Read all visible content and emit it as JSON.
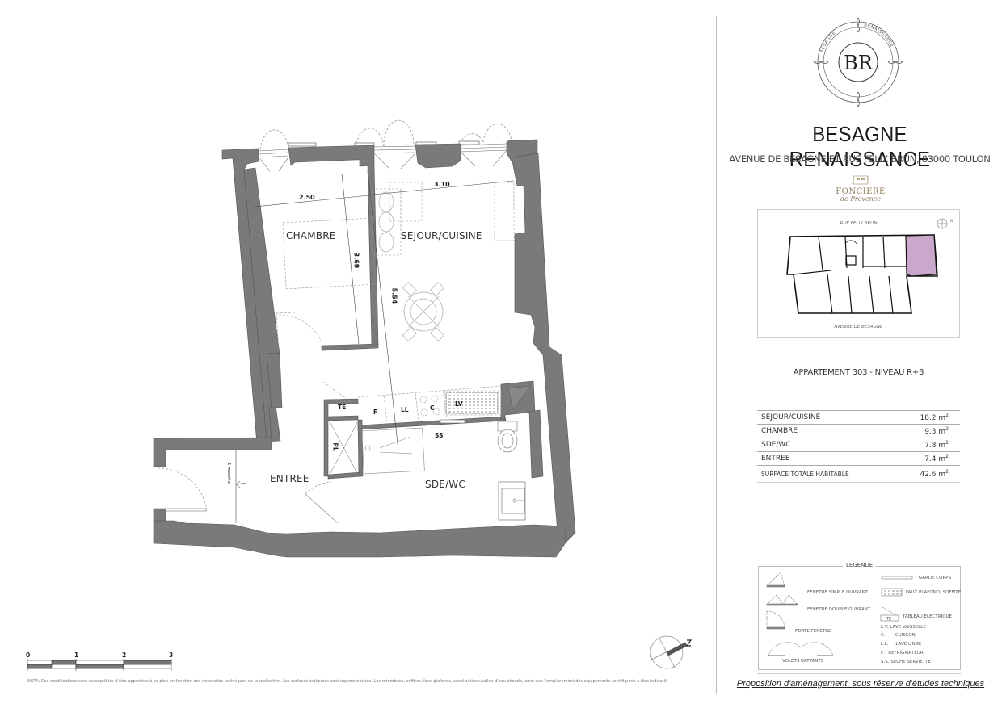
{
  "project": {
    "logo_monogram": "BR",
    "logo_ring_text_top_left": "BESAGNE",
    "logo_ring_text_top_right": "RENAISSANCE",
    "logo_ring_text_bottom_left": "BESAGNE",
    "logo_ring_text_bottom_right": "RENAISSANCE",
    "title": "BESAGNE RENAISSANCE",
    "address": "AVENUE DE BESAGNE ET RUE FELIX BRUN, 83000 TOULON",
    "developer_name": "FONCIERE",
    "developer_subname": "de Provence"
  },
  "key_plan": {
    "street_top": "RUE FELIX BRUN",
    "street_bottom": "AVENUE DE BESAGNE",
    "highlight_color": "#c9a8cc",
    "north_label": "N"
  },
  "apartment": {
    "title": "APPARTEMENT 303 - NIVEAU R+3",
    "rooms": [
      {
        "name": "SEJOUR/CUISINE",
        "area": "18.2",
        "unit": "m"
      },
      {
        "name": "CHAMBRE",
        "area": "9.3",
        "unit": "m"
      },
      {
        "name": "SDE/WC",
        "area": "7.8",
        "unit": "m"
      },
      {
        "name": "ENTREE",
        "area": "7.4",
        "unit": "m"
      }
    ],
    "total_label": "SURFACE TOTALE HABITABLE",
    "total_area": "42.6",
    "total_unit": "m"
  },
  "plan": {
    "room_labels": {
      "chambre": "CHAMBRE",
      "sejour": "SEJOUR/CUISINE",
      "entree": "ENTREE",
      "sde": "SDE/WC"
    },
    "dimensions": {
      "chambre_width": "2.50",
      "sejour_width": "3.10",
      "chambre_depth": "3.69",
      "sejour_depth": "5.54"
    },
    "fixtures": {
      "te": "TE",
      "f": "F",
      "ll": "LL",
      "c": "C",
      "lv": "LV",
      "ss": "SS",
      "pl": "PL"
    },
    "step_label": "1 marche",
    "wall_color": "#7a7a7a"
  },
  "scale_bar": {
    "ticks": [
      "0",
      "1",
      "2",
      "3"
    ],
    "unit": "m"
  },
  "compass": {
    "label": "N"
  },
  "legend": {
    "title": "LEGENDE",
    "items_left": [
      "FENETRE SIMPLE OUVRANT",
      "FENETRE DOUBLE OUVRANT",
      "PORTE FENETRE",
      "VOLETS BATTANTS"
    ],
    "items_right": [
      "GARDE CORPS",
      "FAUX PLAFOND, SOFFITE",
      "TABLEAU ELECTRIQUE"
    ],
    "te_symbol": "TE",
    "abbreviations": [
      {
        "code": "L.V.",
        "label": "LAVE VAISSELLE"
      },
      {
        "code": "C.",
        "label": "CUISSON"
      },
      {
        "code": "L.L.",
        "label": "LAVE LINGE"
      },
      {
        "code": "F.",
        "label": "REFRIGIRATEUR"
      },
      {
        "code": "S.S.",
        "label": "SECHE SERVIETTE"
      }
    ]
  },
  "disclaimer": "Proposition d'aménagement, sous réserve d'études techniques",
  "note": "NOTA: Des modifications sont susceptibles d'être apportées à ce plan en fonction des nécessités techniques de la réalisation. Les surfaces indiquées sont approximatives. Les retombées, soffites, faux plafonds, canalisations,ballon d'eau chaude, ainsi que l'emplacement des équipements sont figurés à titre indicatif."
}
